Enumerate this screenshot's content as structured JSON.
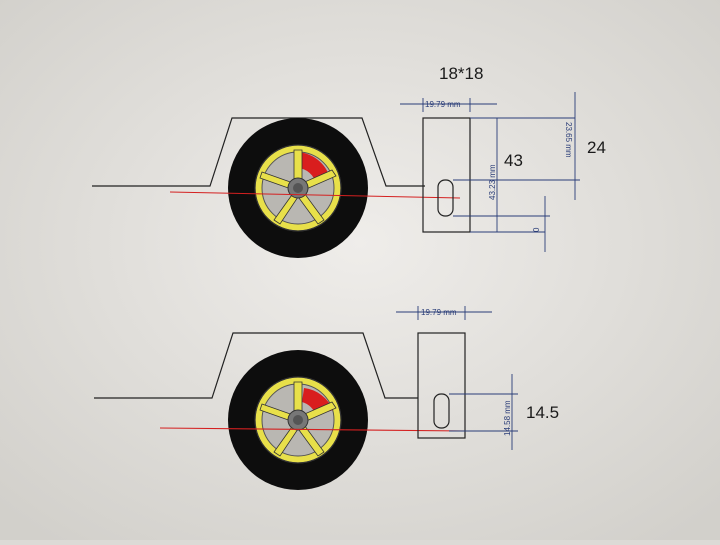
{
  "top_view": {
    "title": "18*18",
    "width_dim": "19.79 mm",
    "height_dim": "43.23 mm",
    "height_value": "43",
    "upper_dim": "23.65 mm",
    "upper_value": "24",
    "lower_dim": "0"
  },
  "bottom_view": {
    "width_dim": "19.79 mm",
    "lower_dim": "14.58 mm",
    "lower_value": "14.5"
  },
  "colors": {
    "tire": "#0d0d0d",
    "rim": "#e8e04a",
    "caliper": "#d91e1e",
    "axle_line": "#d42020",
    "dimension_line": "#2a3d78"
  }
}
